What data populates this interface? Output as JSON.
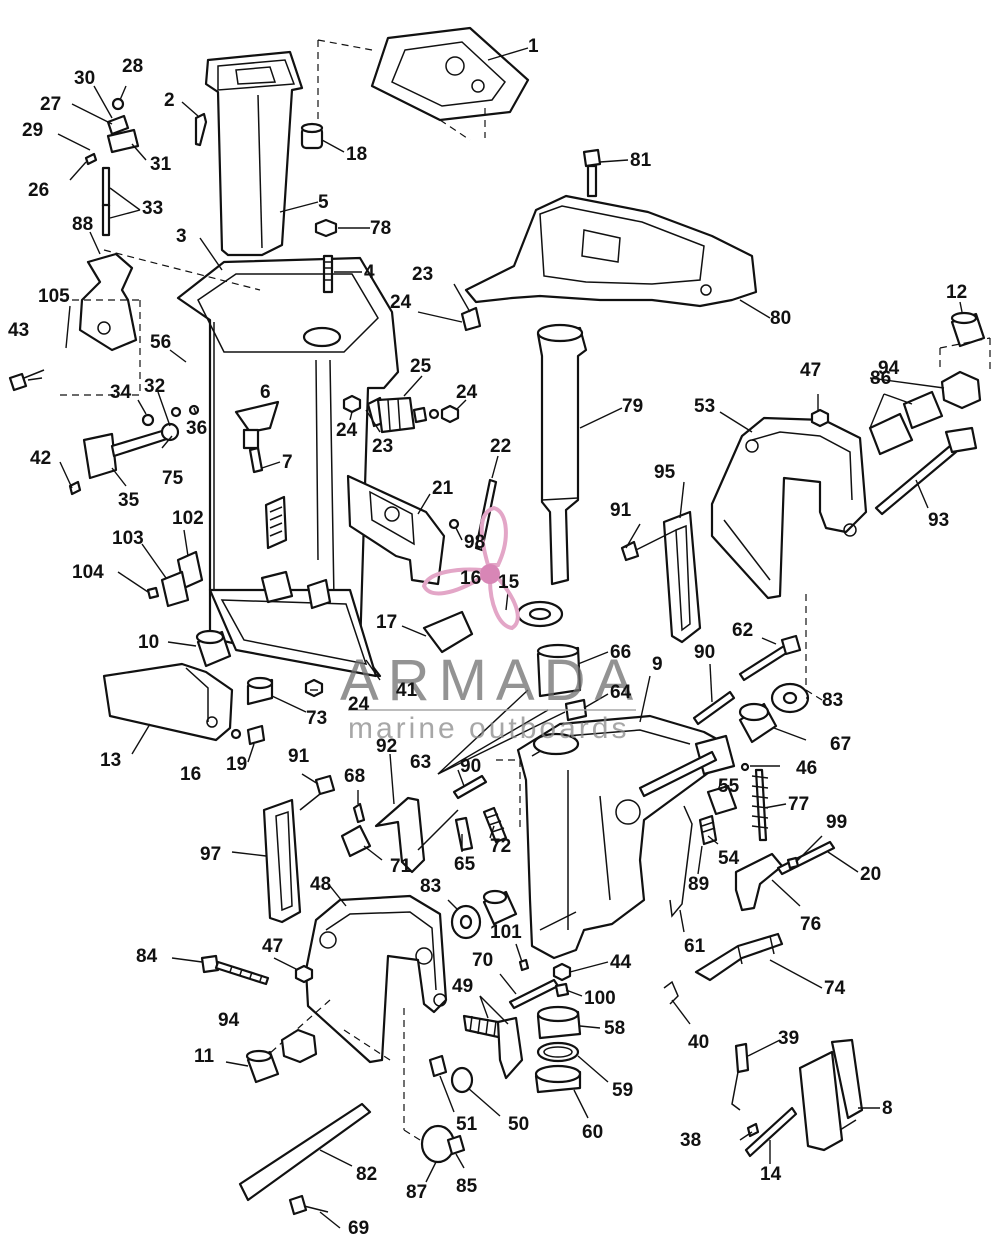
{
  "watermark": {
    "name": "ARMADA",
    "subtitle": "marine outboards",
    "logo_color": "#e3a6c7",
    "logo_center_color": "#d886b6"
  },
  "labels": [
    {
      "id": "p1",
      "text": "1"
    },
    {
      "id": "p2",
      "text": "2"
    },
    {
      "id": "p3",
      "text": "3"
    },
    {
      "id": "p4",
      "text": "4"
    },
    {
      "id": "p5",
      "text": "5"
    },
    {
      "id": "p6",
      "text": "6"
    },
    {
      "id": "p7",
      "text": "7"
    },
    {
      "id": "p8",
      "text": "8"
    },
    {
      "id": "p9",
      "text": "9"
    },
    {
      "id": "p10",
      "text": "10"
    },
    {
      "id": "p11",
      "text": "11"
    },
    {
      "id": "p12",
      "text": "12"
    },
    {
      "id": "p13",
      "text": "13"
    },
    {
      "id": "p14",
      "text": "14"
    },
    {
      "id": "p15",
      "text": "15"
    },
    {
      "id": "p16a",
      "text": "16"
    },
    {
      "id": "p16b",
      "text": "16"
    },
    {
      "id": "p17",
      "text": "17"
    },
    {
      "id": "p18",
      "text": "18"
    },
    {
      "id": "p19",
      "text": "19"
    },
    {
      "id": "p20",
      "text": "20"
    },
    {
      "id": "p21",
      "text": "21"
    },
    {
      "id": "p22",
      "text": "22"
    },
    {
      "id": "p23a",
      "text": "23"
    },
    {
      "id": "p23b",
      "text": "23"
    },
    {
      "id": "p24a",
      "text": "24"
    },
    {
      "id": "p24b",
      "text": "24"
    },
    {
      "id": "p24c",
      "text": "24"
    },
    {
      "id": "p24d",
      "text": "24"
    },
    {
      "id": "p25",
      "text": "25"
    },
    {
      "id": "p26",
      "text": "26"
    },
    {
      "id": "p27",
      "text": "27"
    },
    {
      "id": "p28",
      "text": "28"
    },
    {
      "id": "p29",
      "text": "29"
    },
    {
      "id": "p30",
      "text": "30"
    },
    {
      "id": "p31",
      "text": "31"
    },
    {
      "id": "p32",
      "text": "32"
    },
    {
      "id": "p33",
      "text": "33"
    },
    {
      "id": "p34",
      "text": "34"
    },
    {
      "id": "p35",
      "text": "35"
    },
    {
      "id": "p36",
      "text": "36"
    },
    {
      "id": "p38",
      "text": "38"
    },
    {
      "id": "p39",
      "text": "39"
    },
    {
      "id": "p40",
      "text": "40"
    },
    {
      "id": "p41",
      "text": "41"
    },
    {
      "id": "p42",
      "text": "42"
    },
    {
      "id": "p43",
      "text": "43"
    },
    {
      "id": "p44",
      "text": "44"
    },
    {
      "id": "p46",
      "text": "46"
    },
    {
      "id": "p47a",
      "text": "47"
    },
    {
      "id": "p47b",
      "text": "47"
    },
    {
      "id": "p48",
      "text": "48"
    },
    {
      "id": "p49",
      "text": "49"
    },
    {
      "id": "p50",
      "text": "50"
    },
    {
      "id": "p51",
      "text": "51"
    },
    {
      "id": "p53",
      "text": "53"
    },
    {
      "id": "p54",
      "text": "54"
    },
    {
      "id": "p55",
      "text": "55"
    },
    {
      "id": "p56",
      "text": "56"
    },
    {
      "id": "p58",
      "text": "58"
    },
    {
      "id": "p59",
      "text": "59"
    },
    {
      "id": "p60",
      "text": "60"
    },
    {
      "id": "p61",
      "text": "61"
    },
    {
      "id": "p62",
      "text": "62"
    },
    {
      "id": "p63",
      "text": "63"
    },
    {
      "id": "p64",
      "text": "64"
    },
    {
      "id": "p65",
      "text": "65"
    },
    {
      "id": "p66",
      "text": "66"
    },
    {
      "id": "p67",
      "text": "67"
    },
    {
      "id": "p68",
      "text": "68"
    },
    {
      "id": "p69",
      "text": "69"
    },
    {
      "id": "p70",
      "text": "70"
    },
    {
      "id": "p71",
      "text": "71"
    },
    {
      "id": "p72",
      "text": "72"
    },
    {
      "id": "p73",
      "text": "73"
    },
    {
      "id": "p74",
      "text": "74"
    },
    {
      "id": "p75",
      "text": "75"
    },
    {
      "id": "p76",
      "text": "76"
    },
    {
      "id": "p77",
      "text": "77"
    },
    {
      "id": "p78",
      "text": "78"
    },
    {
      "id": "p79",
      "text": "79"
    },
    {
      "id": "p80",
      "text": "80"
    },
    {
      "id": "p81",
      "text": "81"
    },
    {
      "id": "p82",
      "text": "82"
    },
    {
      "id": "p83a",
      "text": "83"
    },
    {
      "id": "p83b",
      "text": "83"
    },
    {
      "id": "p84",
      "text": "84"
    },
    {
      "id": "p85",
      "text": "85"
    },
    {
      "id": "p86",
      "text": "86"
    },
    {
      "id": "p87",
      "text": "87"
    },
    {
      "id": "p88",
      "text": "88"
    },
    {
      "id": "p89",
      "text": "89"
    },
    {
      "id": "p90a",
      "text": "90"
    },
    {
      "id": "p90b",
      "text": "90"
    },
    {
      "id": "p91a",
      "text": "91"
    },
    {
      "id": "p91b",
      "text": "91"
    },
    {
      "id": "p92",
      "text": "92"
    },
    {
      "id": "p93",
      "text": "93"
    },
    {
      "id": "p94a",
      "text": "94"
    },
    {
      "id": "p94b",
      "text": "94"
    },
    {
      "id": "p95",
      "text": "95"
    },
    {
      "id": "p97",
      "text": "97"
    },
    {
      "id": "p98",
      "text": "98"
    },
    {
      "id": "p99",
      "text": "99"
    },
    {
      "id": "p100",
      "text": "100"
    },
    {
      "id": "p101",
      "text": "101"
    },
    {
      "id": "p102",
      "text": "102"
    },
    {
      "id": "p103",
      "text": "103"
    },
    {
      "id": "p104",
      "text": "104"
    },
    {
      "id": "p105",
      "text": "105"
    }
  ]
}
